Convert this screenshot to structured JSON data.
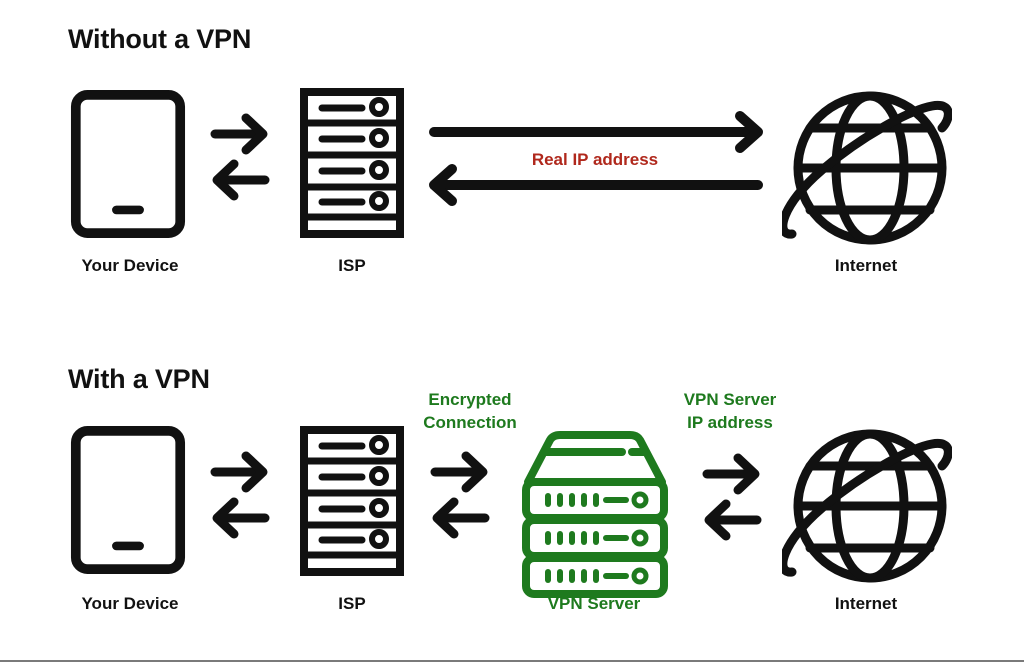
{
  "colors": {
    "ink": "#111111",
    "red": "#b0281c",
    "green": "#1e7a1e"
  },
  "sections": {
    "without_vpn": {
      "title": "Without a VPN",
      "nodes": {
        "device": {
          "label": "Your Device",
          "icon": "tablet-icon"
        },
        "isp": {
          "label": "ISP",
          "icon": "server-rack-icon"
        },
        "internet": {
          "label": "Internet",
          "icon": "globe-icon"
        }
      },
      "link_label": "Real IP address"
    },
    "with_vpn": {
      "title": "With a VPN",
      "nodes": {
        "device": {
          "label": "Your Device",
          "icon": "tablet-icon"
        },
        "isp": {
          "label": "ISP",
          "icon": "server-rack-icon"
        },
        "vpn_server": {
          "label": "VPN Server",
          "icon": "vpn-server-icon"
        },
        "internet": {
          "label": "Internet",
          "icon": "globe-icon"
        }
      },
      "encrypted_label_line1": "Encrypted",
      "encrypted_label_line2": "Connection",
      "vpn_ip_label_line1": "VPN Server",
      "vpn_ip_label_line2": "IP address"
    }
  }
}
